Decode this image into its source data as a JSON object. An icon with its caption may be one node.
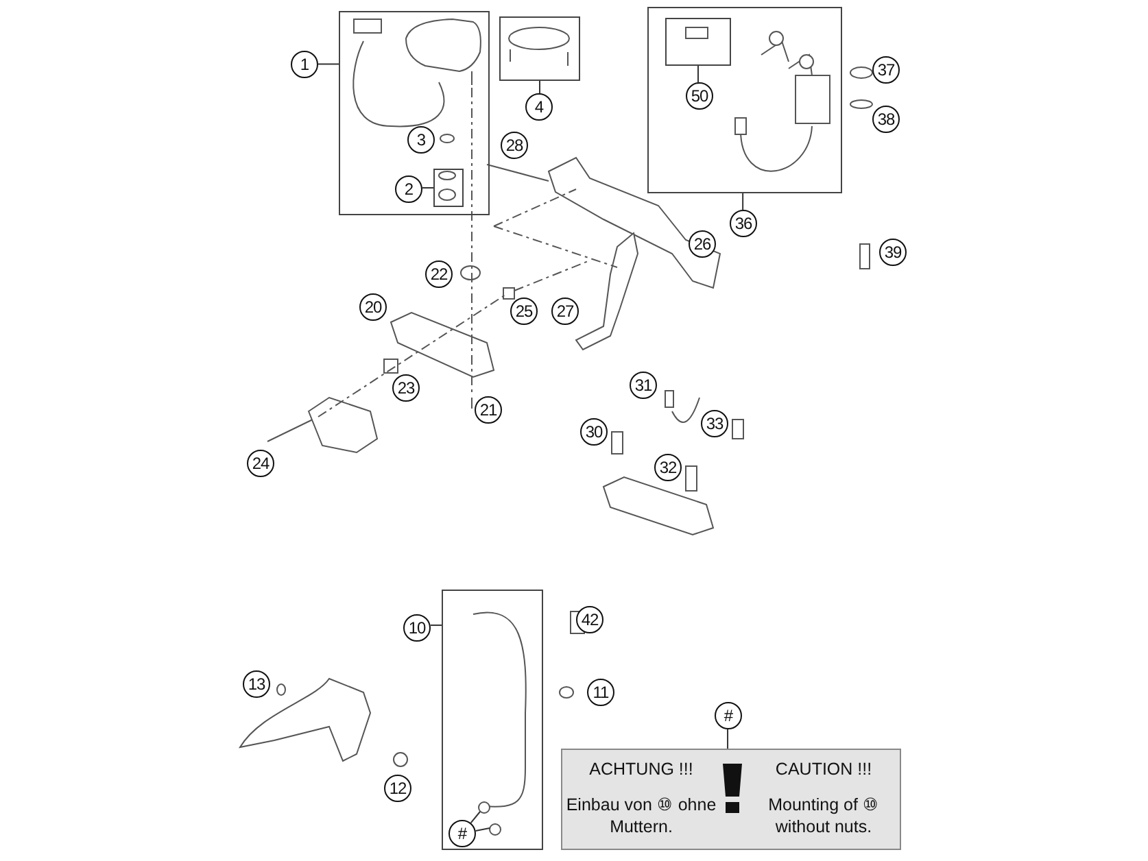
{
  "diagram": {
    "nodes": [
      {
        "text": [],
        "shape": "box"
      },
      {
        "text": [
          "1"
        ]
      },
      {
        "text": [],
        "shape": "box",
        "in": 0
      },
      {
        "text": [
          "2"
        ],
        "in": 0
      },
      {
        "text": [],
        "shape": "box"
      },
      {
        "text": [
          "4"
        ]
      },
      {
        "text": [],
        "shape": "box"
      },
      {
        "text": [],
        "shape": "box",
        "in": 6
      },
      {
        "text": [
          "50"
        ],
        "in": 6
      },
      {
        "text": [
          "36"
        ]
      },
      {
        "text": [],
        "shape": "box"
      },
      {
        "text": [
          "10"
        ]
      },
      {
        "text": [
          "#"
        ],
        "in": 10
      },
      {
        "text": [
          "ACHTUNG !!!",
          "CAUTION !!!",
          "Einbau von ⑩ ohne Muttern.",
          "Mounting of ⑩ without nuts."
        ]
      },
      {
        "text": [
          "#"
        ]
      },
      {
        "text": [
          "37"
        ]
      },
      {
        "text": [
          "38"
        ]
      },
      {
        "text": [
          "3"
        ],
        "in": 0
      },
      {
        "text": [
          "28"
        ]
      },
      {
        "text": [
          "26"
        ]
      },
      {
        "text": [
          "39"
        ]
      },
      {
        "text": [
          "22"
        ]
      },
      {
        "text": [
          "20"
        ]
      },
      {
        "text": [
          "25"
        ]
      },
      {
        "text": [
          "27"
        ]
      },
      {
        "text": [
          "31"
        ]
      },
      {
        "text": [
          "23"
        ]
      },
      {
        "text": [
          "21"
        ]
      },
      {
        "text": [
          "33"
        ]
      },
      {
        "text": [
          "30"
        ]
      },
      {
        "text": [
          "24"
        ]
      },
      {
        "text": [
          "32"
        ]
      },
      {
        "text": [
          "42"
        ]
      },
      {
        "text": [
          "13"
        ]
      },
      {
        "text": [
          "11"
        ]
      },
      {
        "text": [
          "12"
        ]
      }
    ],
    "edges": [
      {
        "from": 1,
        "to": 0,
        "arrow": "none"
      },
      {
        "from": 3,
        "to": 2,
        "arrow": "none"
      },
      {
        "from": 5,
        "to": 4,
        "arrow": "none"
      },
      {
        "from": 8,
        "to": 7,
        "arrow": "none"
      },
      {
        "from": 9,
        "to": 6,
        "arrow": "none"
      },
      {
        "from": 11,
        "to": 10,
        "arrow": "none"
      },
      {
        "from": 12,
        "to": null,
        "arrow": "none"
      },
      {
        "from": 12,
        "to": null,
        "arrow": "none"
      },
      {
        "from": 14,
        "to": 13,
        "arrow": "none"
      }
    ]
  }
}
